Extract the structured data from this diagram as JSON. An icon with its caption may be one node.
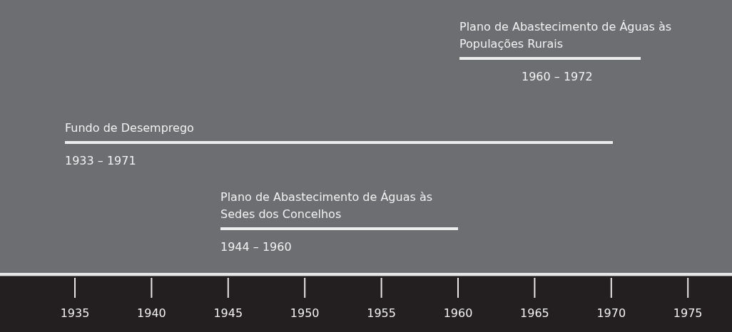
{
  "diagram": {
    "nodes": [
      {
        "text": [
          "Plano de Abastecimento de Águas às Populações Rurais",
          "1960 – 1972"
        ]
      },
      {
        "text": [
          "Fundo de Desemprego",
          "1933 – 1971"
        ]
      },
      {
        "text": [
          "Plano de Abastecimento de Águas às Sedes dos Concelhos",
          "1944 – 1960"
        ]
      }
    ],
    "edges": [],
    "labels": [
      "1935",
      "1940",
      "1945",
      "1950",
      "1955",
      "1960",
      "1965",
      "1970",
      "1975"
    ]
  }
}
